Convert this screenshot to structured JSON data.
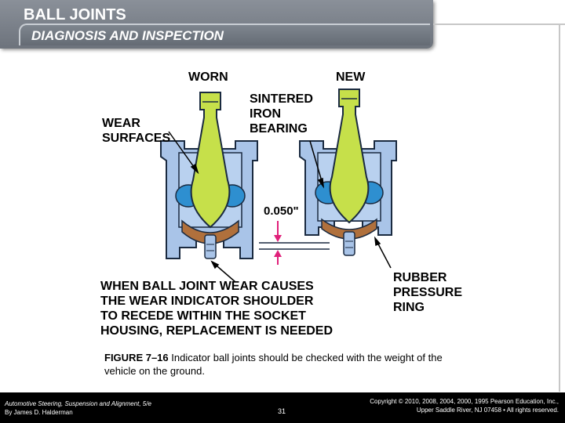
{
  "slide": {
    "title": "BALL JOINTS",
    "subtitle": "DIAGNOSIS AND INSPECTION"
  },
  "diagram": {
    "label_worn": "WORN",
    "label_new": "NEW",
    "label_wear_surfaces": [
      "WEAR",
      "SURFACES"
    ],
    "label_sintered": [
      "SINTERED",
      "IRON",
      "BEARING"
    ],
    "label_measure": "0.050\"",
    "label_rubber": [
      "RUBBER",
      "PRESSURE",
      "RING"
    ],
    "label_warning": [
      "WHEN BALL JOINT WEAR CAUSES",
      "THE WEAR INDICATOR SHOULDER",
      "TO RECEDE WITHIN THE SOCKET",
      "HOUSING, REPLACEMENT IS NEEDED"
    ],
    "colors": {
      "housing": "#a9c4e8",
      "stud": "#c6e04a",
      "bearing": "#2e8fd0",
      "ring": "#b0703c",
      "arrow": "#e0207a"
    }
  },
  "caption": {
    "figure_label": "FIGURE 7–16",
    "text": " Indicator ball joints should be checked with the weight of the vehicle on the ground."
  },
  "footer": {
    "book_title": "Automotive Steering, Suspension and Alignment, 5/e",
    "author": "By James D. Halderman",
    "page_number": "31",
    "copyright_line1": "Copyright © 2010, 2008, 2004, 2000, 1995 Pearson Education, Inc.,",
    "copyright_line2": "Upper Saddle River, NJ 07458 • All rights reserved."
  }
}
